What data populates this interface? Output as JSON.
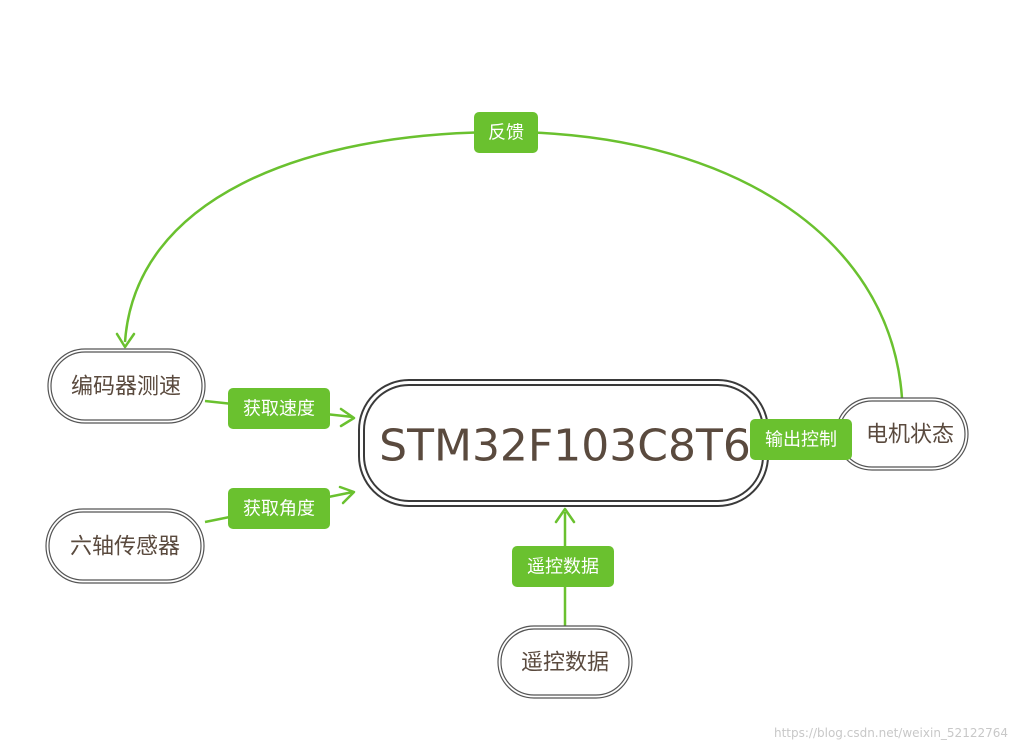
{
  "nodes": {
    "main": "STM32F103C8T6",
    "encoder": "编码器测速",
    "imu": "六轴传感器",
    "remote": "遥控数据",
    "motor": "电机状态"
  },
  "labels": {
    "feedback": "反馈",
    "get_speed": "获取速度",
    "get_angle": "获取角度",
    "remote_data": "遥控数据",
    "output_control": "输出控制"
  },
  "watermark": "https://blog.csdn.net/weixin_52122764",
  "colors": {
    "edge": "#6ac12f",
    "label_bg": "#6ac12f",
    "node_text": "#5a4a3e",
    "node_border": "#3a3a3a"
  }
}
